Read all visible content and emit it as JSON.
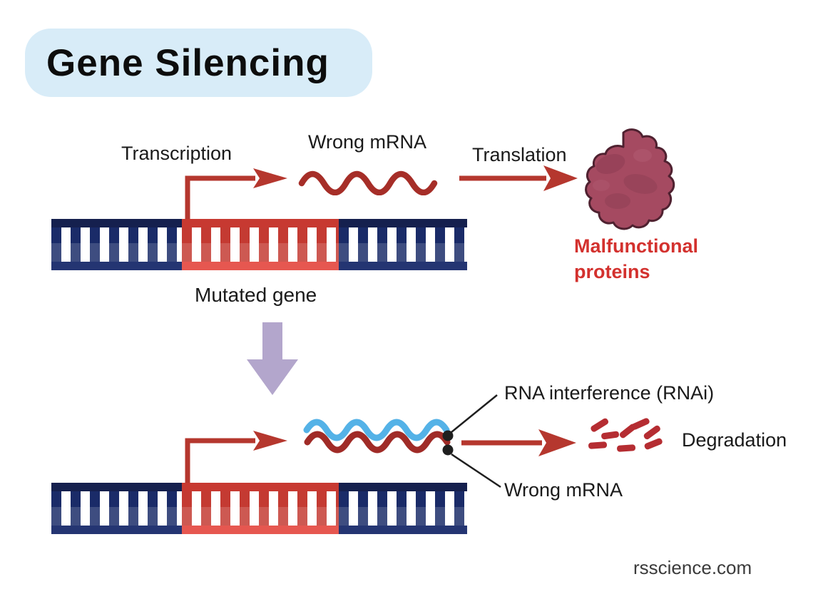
{
  "title": "Gene Silencing",
  "top_flow": {
    "transcription_label": "Transcription",
    "wrong_mrna_label": "Wrong mRNA",
    "translation_label": "Translation",
    "malfunctional_line1": "Malfunctional",
    "malfunctional_line2": "proteins",
    "mutated_gene_label": "Mutated gene"
  },
  "bottom_flow": {
    "rnai_label": "RNA interference (RNAi)",
    "wrong_mrna_label": "Wrong mRNA",
    "degradation_label": "Degradation"
  },
  "footer": {
    "watermark": "rsscience.com"
  },
  "colors": {
    "title_pill_bg": "#d8ecf8",
    "arrow_red": "#b5372e",
    "mrna_wave_red": "#a62e28",
    "sirna_wave_blue": "#54b2e7",
    "dna_navy": "#15204e",
    "dna_mutation_red": "#c73931",
    "protein_blob": "#a54a61",
    "purple_arrow": "#b3a6cc",
    "malfunctional_text": "#d3312e",
    "fragment_red": "#b52d32"
  }
}
